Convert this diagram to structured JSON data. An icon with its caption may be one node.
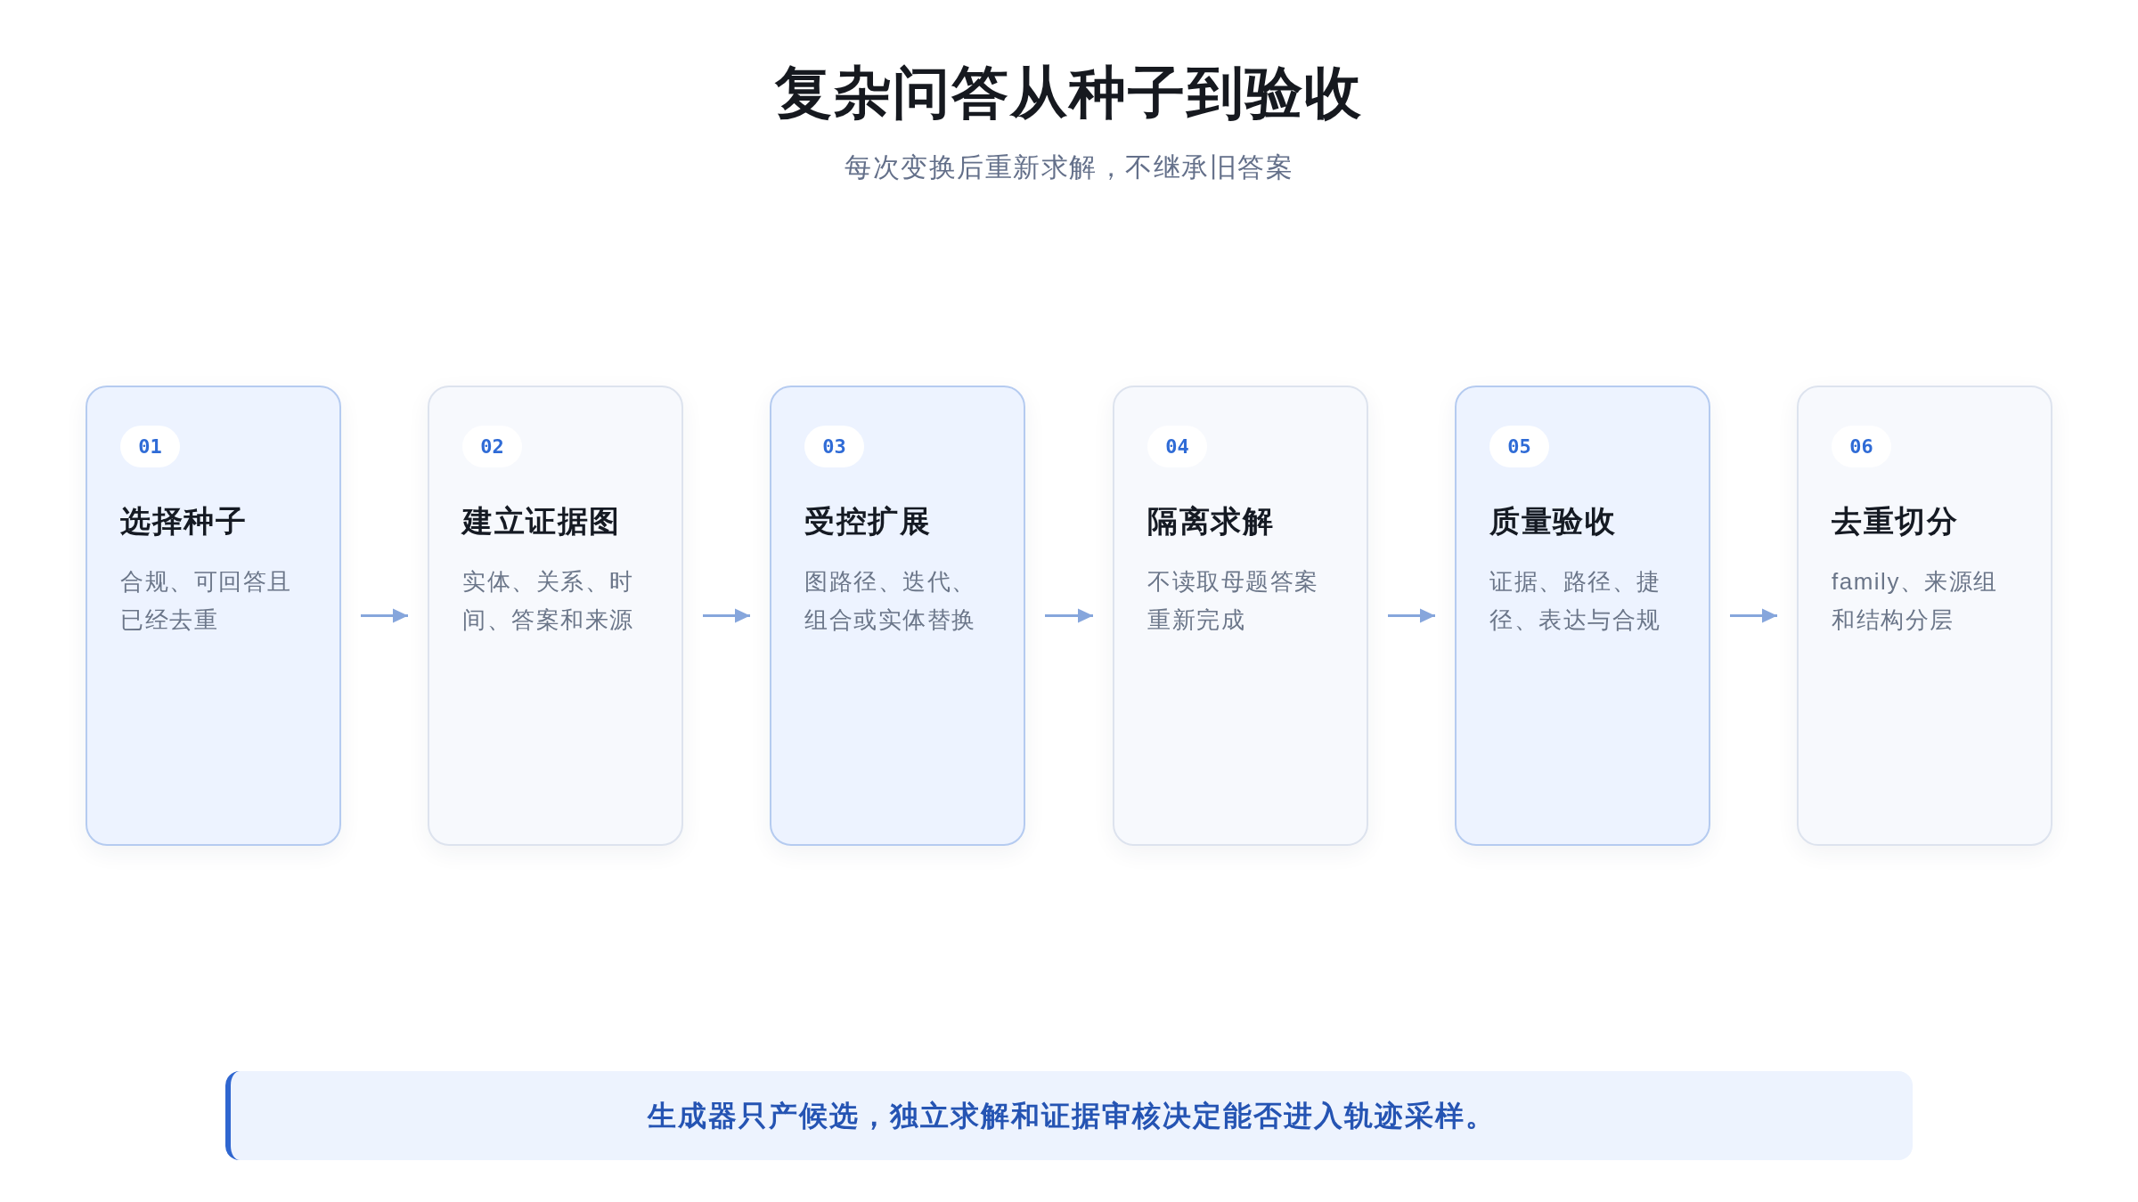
{
  "diagram": {
    "title": "复杂问答从种子到验收",
    "nodes": [
      {
        "text": [
          "选择种子",
          "合规、可回答且已经去重"
        ]
      },
      {
        "text": [
          "01"
        ],
        "in": 0
      },
      {
        "text": [
          "建立证据图",
          "实体、关系、时间、答案和来源"
        ]
      },
      {
        "text": [
          "02"
        ],
        "in": 2
      },
      {
        "text": [
          "受控扩展",
          "图路径、迭代、组合或实体替换"
        ]
      },
      {
        "text": [
          "03"
        ],
        "in": 4
      },
      {
        "text": [
          "隔离求解",
          "不读取母题答案重新完成"
        ]
      },
      {
        "text": [
          "04"
        ],
        "in": 6
      },
      {
        "text": [
          "质量验收",
          "证据、路径、捷径、表达与合规"
        ]
      },
      {
        "text": [
          "05"
        ],
        "in": 8
      },
      {
        "text": [
          "去重切分",
          "family、来源组和结构分层"
        ]
      },
      {
        "text": [
          "06"
        ],
        "in": 10
      },
      {
        "text": [
          "生成器只产候选，独立求解和证据审核决定能否进入轨迹采样。"
        ]
      }
    ],
    "edges": [
      {
        "from": 0,
        "to": 2,
        "arrow": "to"
      },
      {
        "from": 2,
        "to": 4,
        "arrow": "to"
      },
      {
        "from": 4,
        "to": 6,
        "arrow": "to"
      },
      {
        "from": 6,
        "to": 8,
        "arrow": "to"
      },
      {
        "from": 8,
        "to": 10,
        "arrow": "to"
      }
    ],
    "labels": [
      "每次变换后重新求解，不继承旧答案"
    ]
  }
}
